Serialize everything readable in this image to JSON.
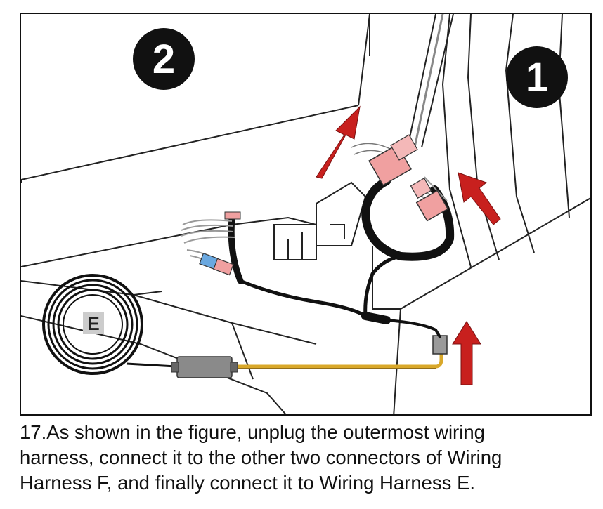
{
  "figure": {
    "step_badges": [
      {
        "number": "2"
      },
      {
        "number": "1"
      }
    ],
    "harness_label": "E"
  },
  "caption": {
    "lines": [
      "17.As shown in the figure, unplug the outermost wiring",
      "harness, connect it to the other two connectors of Wiring",
      "Harness F, and finally connect it to Wiring Harness E."
    ]
  },
  "colors": {
    "badge_fill": "#111111",
    "badge_text": "#ffffff",
    "arrow_red": "#c8201e",
    "connector_pink": "#f0a0a0",
    "connector_blue": "#6aa8e0",
    "module_gray": "#8a8a8a",
    "wire_yellow": "#d9a82a"
  }
}
